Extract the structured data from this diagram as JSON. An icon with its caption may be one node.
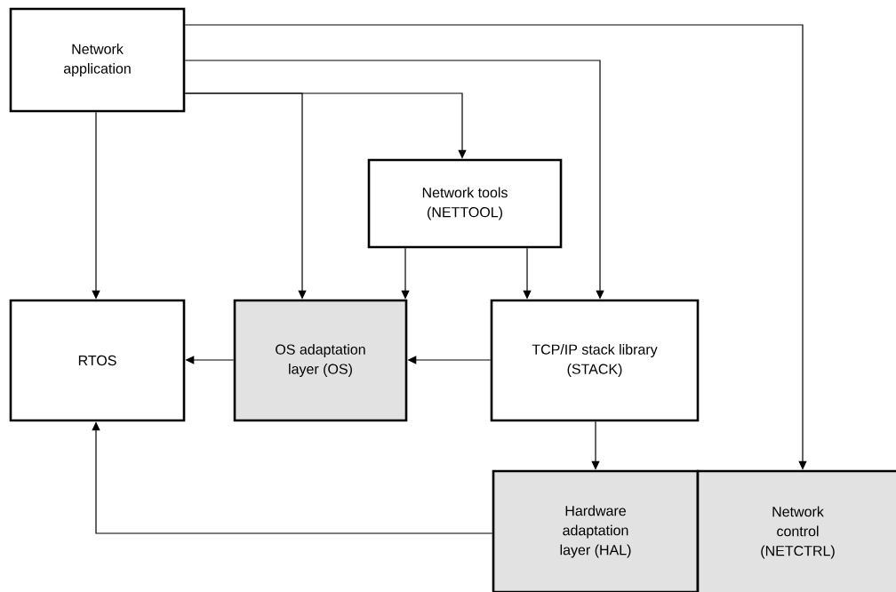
{
  "diagram": {
    "nodes": [
      {
        "text": [
          "Network application"
        ]
      },
      {
        "text": [
          "Network tools (NETTOOL)"
        ]
      },
      {
        "text": [
          "RTOS"
        ]
      },
      {
        "text": [
          "OS adaptation layer (OS)"
        ]
      },
      {
        "text": [
          "TCP/IP stack library (STACK)"
        ]
      },
      {
        "text": [
          "Hardware adaptation layer (HAL)"
        ]
      },
      {
        "text": [
          "Network control (NETCTRL)"
        ]
      }
    ],
    "edges": [
      {
        "from": 0,
        "to": 6,
        "arrow": "to"
      },
      {
        "from": 0,
        "to": 4,
        "arrow": "to"
      },
      {
        "from": 0,
        "to": 1,
        "arrow": "to"
      },
      {
        "from": 0,
        "to": 3,
        "arrow": "to"
      },
      {
        "from": 0,
        "to": 2,
        "arrow": "to"
      },
      {
        "from": 1,
        "to": 3,
        "arrow": "to"
      },
      {
        "from": 1,
        "to": 4,
        "arrow": "to"
      },
      {
        "from": 4,
        "to": 3,
        "arrow": "to"
      },
      {
        "from": 3,
        "to": 2,
        "arrow": "to"
      },
      {
        "from": 4,
        "to": 5,
        "arrow": "to"
      },
      {
        "from": 5,
        "to": 2,
        "arrow": "to"
      }
    ]
  }
}
